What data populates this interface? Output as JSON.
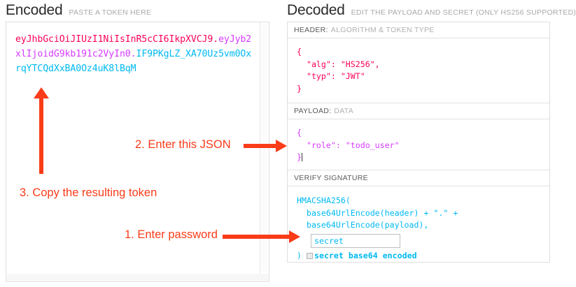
{
  "encoded": {
    "title": "Encoded",
    "subtitle": "PASTE A TOKEN HERE",
    "token": {
      "header": "eyJhbGciOiJIUzI1NiIsInR5cCI6IkpXVCJ9",
      "dot1": ".",
      "payload": "eyJyb2xlIjoidG9kb191c2VyIn0",
      "dot2": ".",
      "signature": "IF9PKgLZ_XA70Uz5vm0OxrqYTCQdXxBA0Oz4uK8lBqM"
    }
  },
  "decoded": {
    "title": "Decoded",
    "subtitle": "EDIT THE PAYLOAD AND SECRET (ONLY HS256 SUPPORTED)",
    "sections": {
      "header": {
        "label_key": "HEADER:",
        "label_value": "ALGORITHM & TOKEN TYPE",
        "code": "{\n  \"alg\": \"HS256\",\n  \"typ\": \"JWT\"\n}"
      },
      "payload": {
        "label_key": "PAYLOAD:",
        "label_value": "DATA",
        "code_line1": "{",
        "code_line2": "  \"role\": \"todo_user\"",
        "code_line3": "}"
      },
      "signature": {
        "label_key": "VERIFY SIGNATURE",
        "label_value": "",
        "line1": "HMACSHA256(",
        "line2": "  base64UrlEncode(header) + \".\" +",
        "line3": "  base64UrlEncode(payload),",
        "secret_value": "secret",
        "close_paren": ")",
        "base64_label": "secret base64 encoded"
      }
    }
  },
  "annotations": [
    {
      "id": "step-2",
      "text": "2. Enter this JSON"
    },
    {
      "id": "step-3",
      "text": "3. Copy the resulting token"
    },
    {
      "id": "step-1",
      "text": "1. Enter password"
    }
  ],
  "colors": {
    "header_segment": "#fb015b",
    "payload_segment": "#d63aff",
    "signature_segment": "#00b9f1",
    "annotation": "#fa3c19"
  }
}
